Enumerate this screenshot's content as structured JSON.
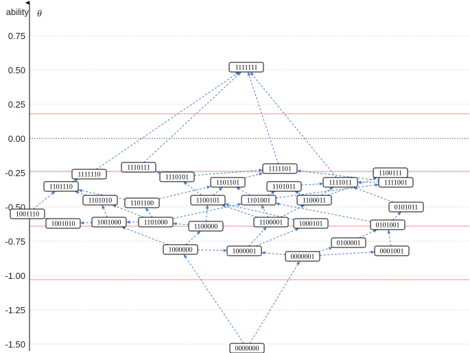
{
  "axis": {
    "label": "ability",
    "symbol": "θ",
    "ylim": [
      -1.55,
      0.92
    ]
  },
  "chart_data": {
    "type": "diagram",
    "y_ticks": [
      {
        "value": 0.75,
        "label": "0.75"
      },
      {
        "value": 0.5,
        "label": "0.50"
      },
      {
        "value": 0.25,
        "label": "0.25"
      },
      {
        "value": 0.0,
        "label": "0.00"
      },
      {
        "value": -0.25,
        "label": "-0.25"
      },
      {
        "value": -0.5,
        "label": "-0.50"
      },
      {
        "value": -0.75,
        "label": "-0.75"
      },
      {
        "value": -1.0,
        "label": "-1.00"
      },
      {
        "value": -1.25,
        "label": "-1.25"
      },
      {
        "value": -1.5,
        "label": "-1.50"
      }
    ],
    "dotted_reference_line": 0.0,
    "red_threshold_lines": [
      0.18,
      -0.24,
      -0.64,
      -1.03
    ],
    "nodes": [
      {
        "id": "1111111",
        "y": 0.52
      },
      {
        "id": "1110111",
        "y": -0.21
      },
      {
        "id": "1111110",
        "y": -0.26
      },
      {
        "id": "1110101",
        "y": -0.28
      },
      {
        "id": "1111101",
        "y": -0.22
      },
      {
        "id": "1100111",
        "y": -0.25
      },
      {
        "id": "1111001",
        "y": -0.32
      },
      {
        "id": "1101110",
        "y": -0.35
      },
      {
        "id": "1101101",
        "y": -0.32
      },
      {
        "id": "1101011",
        "y": -0.35
      },
      {
        "id": "1111011",
        "y": -0.32
      },
      {
        "id": "1101010",
        "y": -0.45
      },
      {
        "id": "1101100",
        "y": -0.47
      },
      {
        "id": "1100101",
        "y": -0.45
      },
      {
        "id": "1101001",
        "y": -0.45
      },
      {
        "id": "1100011",
        "y": -0.45
      },
      {
        "id": "1001110",
        "y": -0.55
      },
      {
        "id": "0101011",
        "y": -0.5
      },
      {
        "id": "1001010",
        "y": -0.62
      },
      {
        "id": "1001000",
        "y": -0.61
      },
      {
        "id": "1101000",
        "y": -0.61
      },
      {
        "id": "1100000",
        "y": -0.64
      },
      {
        "id": "1100001",
        "y": -0.61
      },
      {
        "id": "1000101",
        "y": -0.62
      },
      {
        "id": "0101001",
        "y": -0.63
      },
      {
        "id": "0100001",
        "y": -0.76
      },
      {
        "id": "1000000",
        "y": -0.81
      },
      {
        "id": "1000001",
        "y": -0.82
      },
      {
        "id": "0001001",
        "y": -0.82
      },
      {
        "id": "0000001",
        "y": -0.86
      },
      {
        "id": "0000000",
        "y": -1.53
      }
    ],
    "edges": [
      [
        "1111110",
        "1111111"
      ],
      [
        "1110111",
        "1111111"
      ],
      [
        "1111101",
        "1111111"
      ],
      [
        "1111011",
        "1111111"
      ],
      [
        "1110101",
        "1110111"
      ],
      [
        "1110101",
        "1111101"
      ],
      [
        "1101101",
        "1111101"
      ],
      [
        "1111001",
        "1111101"
      ],
      [
        "1101110",
        "1111110"
      ],
      [
        "1001110",
        "1101110"
      ],
      [
        "1101010",
        "1101110"
      ],
      [
        "1101100",
        "1101110"
      ],
      [
        "1101001",
        "1101101"
      ],
      [
        "1100101",
        "1101101"
      ],
      [
        "1101100",
        "1101101"
      ],
      [
        "1101001",
        "1101011"
      ],
      [
        "1101001",
        "1111001"
      ],
      [
        "1100011",
        "1101011"
      ],
      [
        "1101011",
        "1111011"
      ],
      [
        "1100011",
        "1111011"
      ],
      [
        "1111001",
        "1111011"
      ],
      [
        "0101011",
        "1111011"
      ],
      [
        "1100011",
        "1100111"
      ],
      [
        "1100101",
        "1110101"
      ],
      [
        "1001010",
        "1001110"
      ],
      [
        "1001000",
        "1101010"
      ],
      [
        "1001000",
        "1001010"
      ],
      [
        "1101000",
        "1001000"
      ],
      [
        "1101000",
        "1101010"
      ],
      [
        "1101000",
        "1101100"
      ],
      [
        "1101000",
        "1101001"
      ],
      [
        "1100000",
        "1101000"
      ],
      [
        "1100000",
        "1100101"
      ],
      [
        "1100001",
        "1100101"
      ],
      [
        "1100001",
        "1100011"
      ],
      [
        "1100001",
        "1101001"
      ],
      [
        "1000101",
        "1100101"
      ],
      [
        "0101001",
        "0101011"
      ],
      [
        "0101001",
        "1101001"
      ],
      [
        "1000000",
        "1001000"
      ],
      [
        "1000000",
        "1100000"
      ],
      [
        "1000000",
        "1000001"
      ],
      [
        "1000001",
        "1100001"
      ],
      [
        "1000001",
        "1000101"
      ],
      [
        "0000001",
        "1000001"
      ],
      [
        "0000001",
        "0100001"
      ],
      [
        "0000001",
        "0001001"
      ],
      [
        "0100001",
        "0101001"
      ],
      [
        "0001001",
        "0101001"
      ],
      [
        "0000000",
        "1000000"
      ],
      [
        "0000000",
        "0000001"
      ]
    ]
  }
}
